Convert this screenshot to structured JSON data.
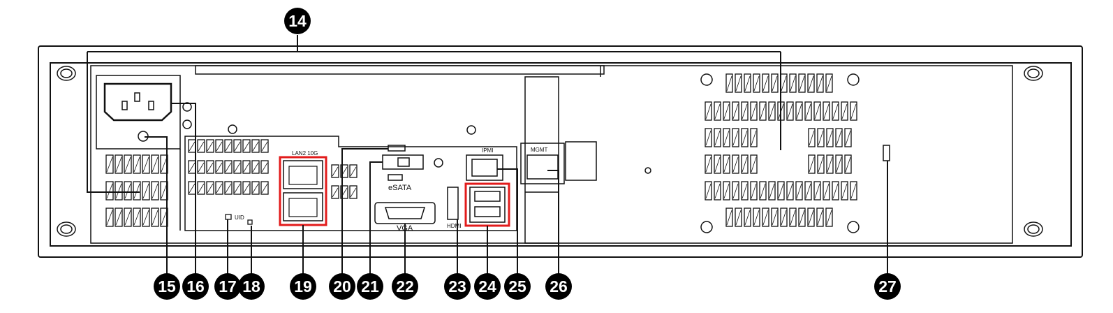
{
  "diagram": {
    "callouts": [
      "14",
      "15",
      "16",
      "17",
      "18",
      "19",
      "20",
      "21",
      "22",
      "23",
      "24",
      "25",
      "26",
      "27"
    ],
    "port_labels": {
      "uid": "UID",
      "esata": "eSATA",
      "ipmi": "IPMI",
      "mgmt": "MGMT",
      "vga": "VGA",
      "hdmi": "HDMI",
      "lan_top": "LAN2 10G"
    },
    "colors": {
      "highlight": "#e21b1b",
      "line": "#111111",
      "callout_fill": "#000000"
    }
  }
}
